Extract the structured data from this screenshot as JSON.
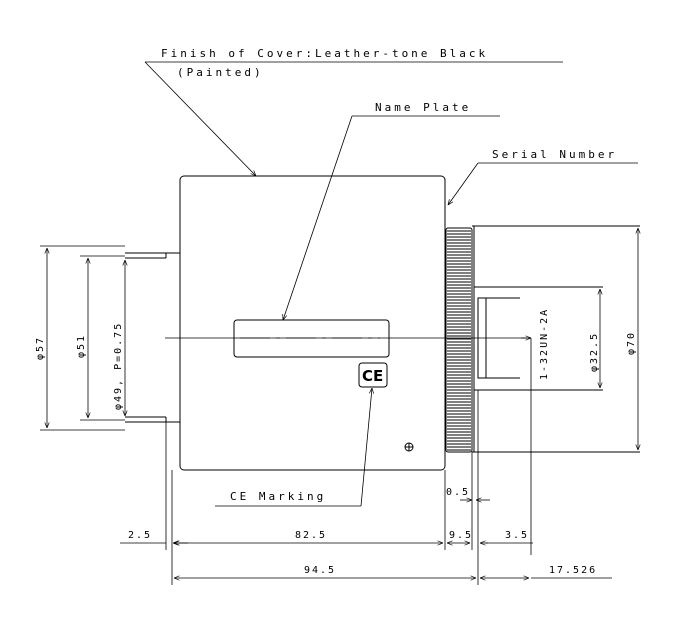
{
  "labels": {
    "finish": "Finish of Cover:Leather-tone Black",
    "painted": "(Painted)",
    "name_plate": "Name Plate",
    "serial_number": "Serial Number",
    "ce_marking": "CE Marking",
    "ce_logo": "CE"
  },
  "dimensions": {
    "phi57": "φ57",
    "phi51": "φ51",
    "phi49": "φ49, P=0.75",
    "phi32_5": "φ32.5",
    "phi70": "φ70",
    "thread": "1-32UN-2A",
    "d2_5": "2.5",
    "d82_5": "82.5",
    "d9_5": "9.5",
    "d3_5": "3.5",
    "d0_5": "0.5",
    "d94_5": "94.5",
    "d17_526": "17.526"
  }
}
